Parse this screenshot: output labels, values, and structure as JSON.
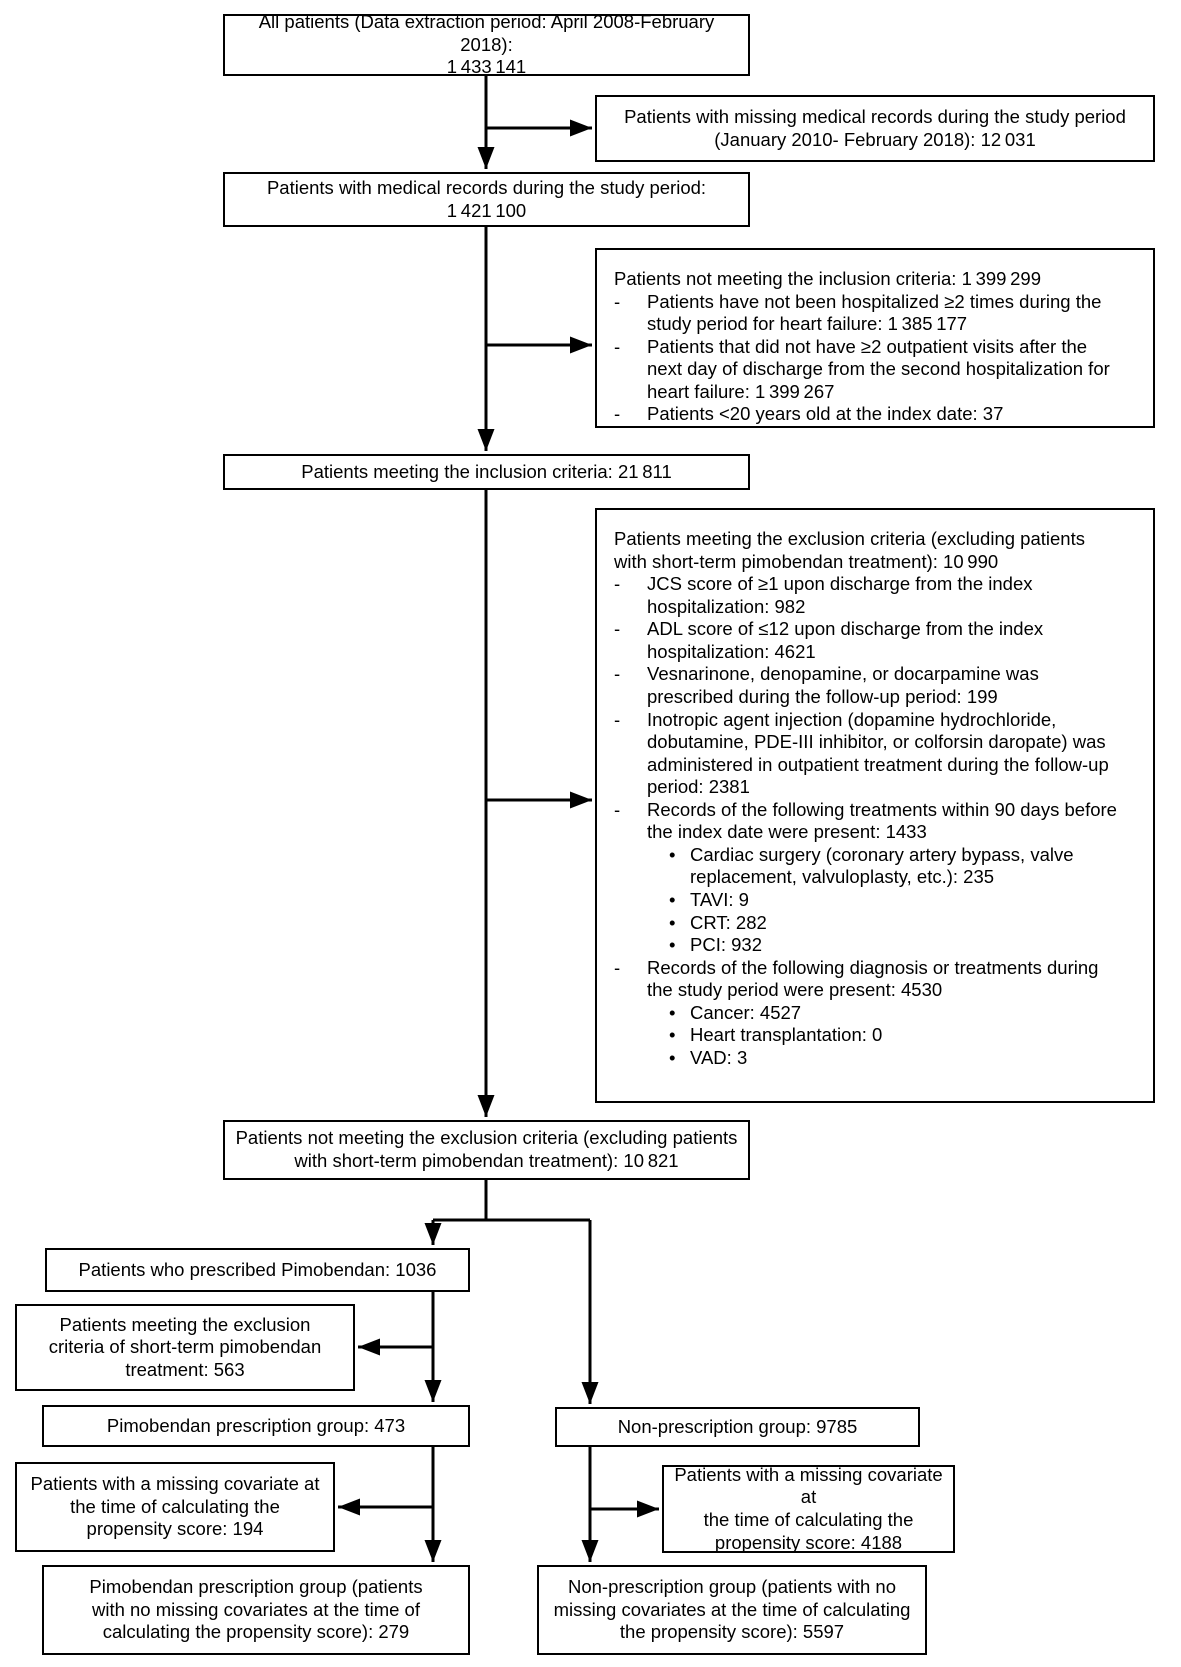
{
  "figure": {
    "type": "patient-flow-diagram",
    "background": "#ffffff",
    "line_color": "#000000"
  },
  "boxes": {
    "all_patients": {
      "text": "All patients (Data extraction period: April 2008-February 2018):\n1 433 141"
    },
    "missing_records": {
      "text": "Patients with missing medical records during the study period\n(January 2010- February 2018): 12 031"
    },
    "medical_records": {
      "text": "Patients with medical records during the study period:\n1 421 100"
    },
    "not_inclusion": {
      "header": "Patients not meeting the inclusion criteria: 1 399 299",
      "items": [
        {
          "marker": "-",
          "text": "Patients have not been hospitalized ≥2 times during the\nstudy period for heart failure: 1 385 177"
        },
        {
          "marker": "-",
          "text": "Patients that did not have ≥2 outpatient visits after the\nnext day of discharge from the second hospitalization for\nheart failure: 1 399 267"
        },
        {
          "marker": "-",
          "text": "Patients <20 years old at the index date: 37"
        }
      ]
    },
    "inclusion": {
      "text": "Patients meeting the inclusion criteria: 21 811"
    },
    "exclusion": {
      "header": "Patients meeting the exclusion criteria (excluding patients\nwith short-term pimobendan treatment): 10 990",
      "items": [
        {
          "marker": "-",
          "text": "JCS score of ≥1 upon discharge from the index\nhospitalization: 982"
        },
        {
          "marker": "-",
          "text": "ADL score of ≤12 upon discharge from the index\nhospitalization: 4621"
        },
        {
          "marker": "-",
          "text": "Vesnarinone, denopamine, or docarpamine was\nprescribed during the follow-up period: 199"
        },
        {
          "marker": "-",
          "text": "Inotropic agent injection (dopamine hydrochloride,\ndobutamine, PDE-III inhibitor, or colforsin daropate) was\nadministered in outpatient treatment during the follow-up\nperiod: 2381"
        },
        {
          "marker": "-",
          "text": "Records of the following treatments within 90 days before\nthe index date were present: 1433",
          "subs": [
            {
              "marker": "•",
              "text": "Cardiac surgery (coronary artery bypass, valve\nreplacement, valvuloplasty, etc.): 235"
            },
            {
              "marker": "•",
              "text": "TAVI: 9"
            },
            {
              "marker": "•",
              "text": "CRT: 282"
            },
            {
              "marker": "•",
              "text": "PCI: 932"
            }
          ]
        },
        {
          "marker": "-",
          "text": "Records of the following diagnosis or treatments during\nthe study period were present: 4530",
          "subs": [
            {
              "marker": "•",
              "text": "Cancer: 4527"
            },
            {
              "marker": "•",
              "text": "Heart transplantation: 0"
            },
            {
              "marker": "•",
              "text": "VAD: 3"
            }
          ]
        }
      ]
    },
    "not_exclusion": {
      "text": "Patients not meeting the exclusion criteria (excluding patients\nwith short-term pimobendan treatment): 10 821"
    },
    "pimo_prescribed": {
      "text": "Patients who prescribed Pimobendan: 1036"
    },
    "shortterm_excl": {
      "text": "Patients meeting the exclusion\ncriteria of short-term pimobendan\ntreatment: 563"
    },
    "pimo_group": {
      "text": "Pimobendan prescription group: 473"
    },
    "nonrx_group": {
      "text": "Non-prescription group: 9785"
    },
    "pimo_missing": {
      "text": "Patients with a missing covariate at\nthe time of calculating the\npropensity score: 194"
    },
    "nonrx_missing": {
      "text": "Patients with a missing covariate at\nthe time of calculating the\npropensity score: 4188"
    },
    "pimo_final": {
      "text": "Pimobendan prescription group (patients\nwith no missing covariates at the time of\ncalculating the propensity score): 279"
    },
    "nonrx_final": {
      "text": "Non-prescription group (patients with no\nmissing covariates at the time of calculating\nthe propensity score): 5597"
    }
  }
}
